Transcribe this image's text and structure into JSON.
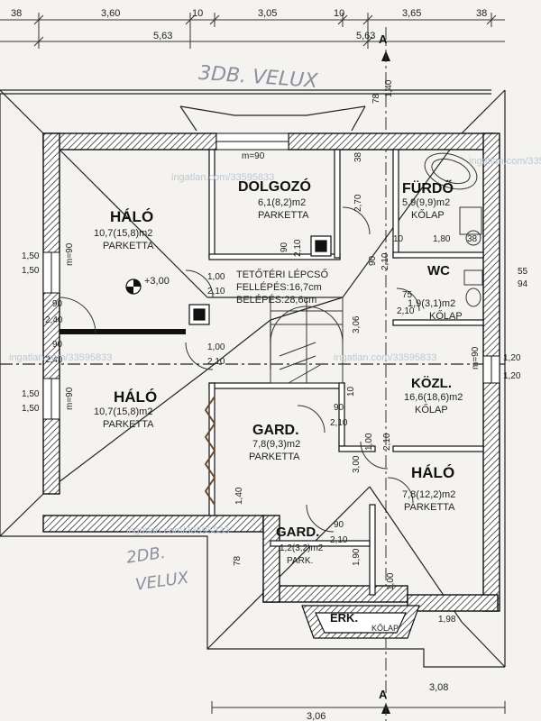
{
  "top_dimensions": {
    "row1": [
      "38",
      "3,60",
      "10",
      "3,05",
      "10",
      "3,65",
      "38"
    ],
    "row2": [
      "5,63",
      "5,63"
    ]
  },
  "bottom_dimensions": [
    "3,06",
    "3,08"
  ],
  "handwritten": {
    "top_note": "3DB. VELUX",
    "bottom_note_1": "2DB.",
    "bottom_note_2": "VELUX"
  },
  "watermarks": {
    "wm1": "ingatlan.com/33595833",
    "wm2": "ingatlan.com/33595833",
    "wm3": "ingatlan.com/33595833",
    "wm4": "ingatlan.com/33595833",
    "wm5": "ingatlan.com/33595833"
  },
  "rooms": {
    "halo_1": {
      "name": "HÁLÓ",
      "area": "10,7(15,8)m2",
      "floor": "PARKETTA"
    },
    "dolgozo": {
      "name": "DOLGOZÓ",
      "area": "6,1(8,2)m2",
      "floor": "PARKETTA"
    },
    "furdo": {
      "name": "FÜRDŐ",
      "area": "5,9(9,9)m2",
      "floor": "KŐLAP"
    },
    "wc": {
      "name": "WC",
      "area": "1,9(3,1)m2",
      "floor": "KŐLAP"
    },
    "halo_2": {
      "name": "HÁLÓ",
      "area": "10,7(15,8)m2",
      "floor": "PARKETTA"
    },
    "gard_1": {
      "name": "GARD.",
      "area": "7,8(9,3)m2",
      "floor": "PARKETTA"
    },
    "kozl": {
      "name": "KÖZL.",
      "area": "16,6(18,6)m2",
      "floor": "KŐLAP"
    },
    "halo_3": {
      "name": "HÁLÓ",
      "area": "7,8(12,2)m2",
      "floor": "PARKETTA"
    },
    "gard_2": {
      "name": "GARD.",
      "area": "1,2(3,2)m2",
      "floor": "PARK."
    },
    "erk": {
      "name": "ERK.",
      "floor": "KŐLAP"
    }
  },
  "stair": {
    "title": "TETŐTÉRI LÉPCSŐ",
    "step_height": "FELLÉPÉS:16,7cm",
    "step_depth": "BELÉPÉS:28,6cm"
  },
  "level_mark": "+3,00",
  "labels": {
    "m90_a": "m=90",
    "m90_b": "m=90",
    "m90_c": "m=90",
    "m90_d": "m=90",
    "d_1_50a": "1,50",
    "d_1_50b": "1,50",
    "d_1_50c": "1,50",
    "d_1_50d": "1,50",
    "d_90a": "90",
    "d_2_40a": "2,40",
    "d_90b": "90",
    "d_2_40b": "2,40",
    "d_1_00a": "1,00",
    "d_2_10a": "2,10",
    "d_1_00b": "1,00",
    "d_2_10b": "2,10",
    "d_1_40": "1,40",
    "d_78a": "78",
    "d_38a": "38",
    "d_38b": "38",
    "d_2_70": "2,70",
    "d_90c": "90",
    "d_2_10c": "2,10",
    "d_90d": "90",
    "d_2_10d": "2,10",
    "d_10a": "10",
    "d_1_80": "1,80",
    "d_55": "55",
    "d_94": "94",
    "d_75": "75",
    "d_2_10e": "2,10",
    "d_3_06": "3,06",
    "d_1_20a": "1,20",
    "d_1_20b": "1,20",
    "d_10b": "10",
    "d_90e": "90",
    "d_2_10f": "2,10",
    "d_1_00c": "1,00",
    "d_2_10g": "2,10",
    "d_3_00": "3,00",
    "d_1_40b": "1,40",
    "d_78b": "78",
    "d_90f": "90",
    "d_2_10h": "2,10",
    "d_1_90": "1,90",
    "d_1_00d": "1,00",
    "d_1_98": "1,98"
  }
}
